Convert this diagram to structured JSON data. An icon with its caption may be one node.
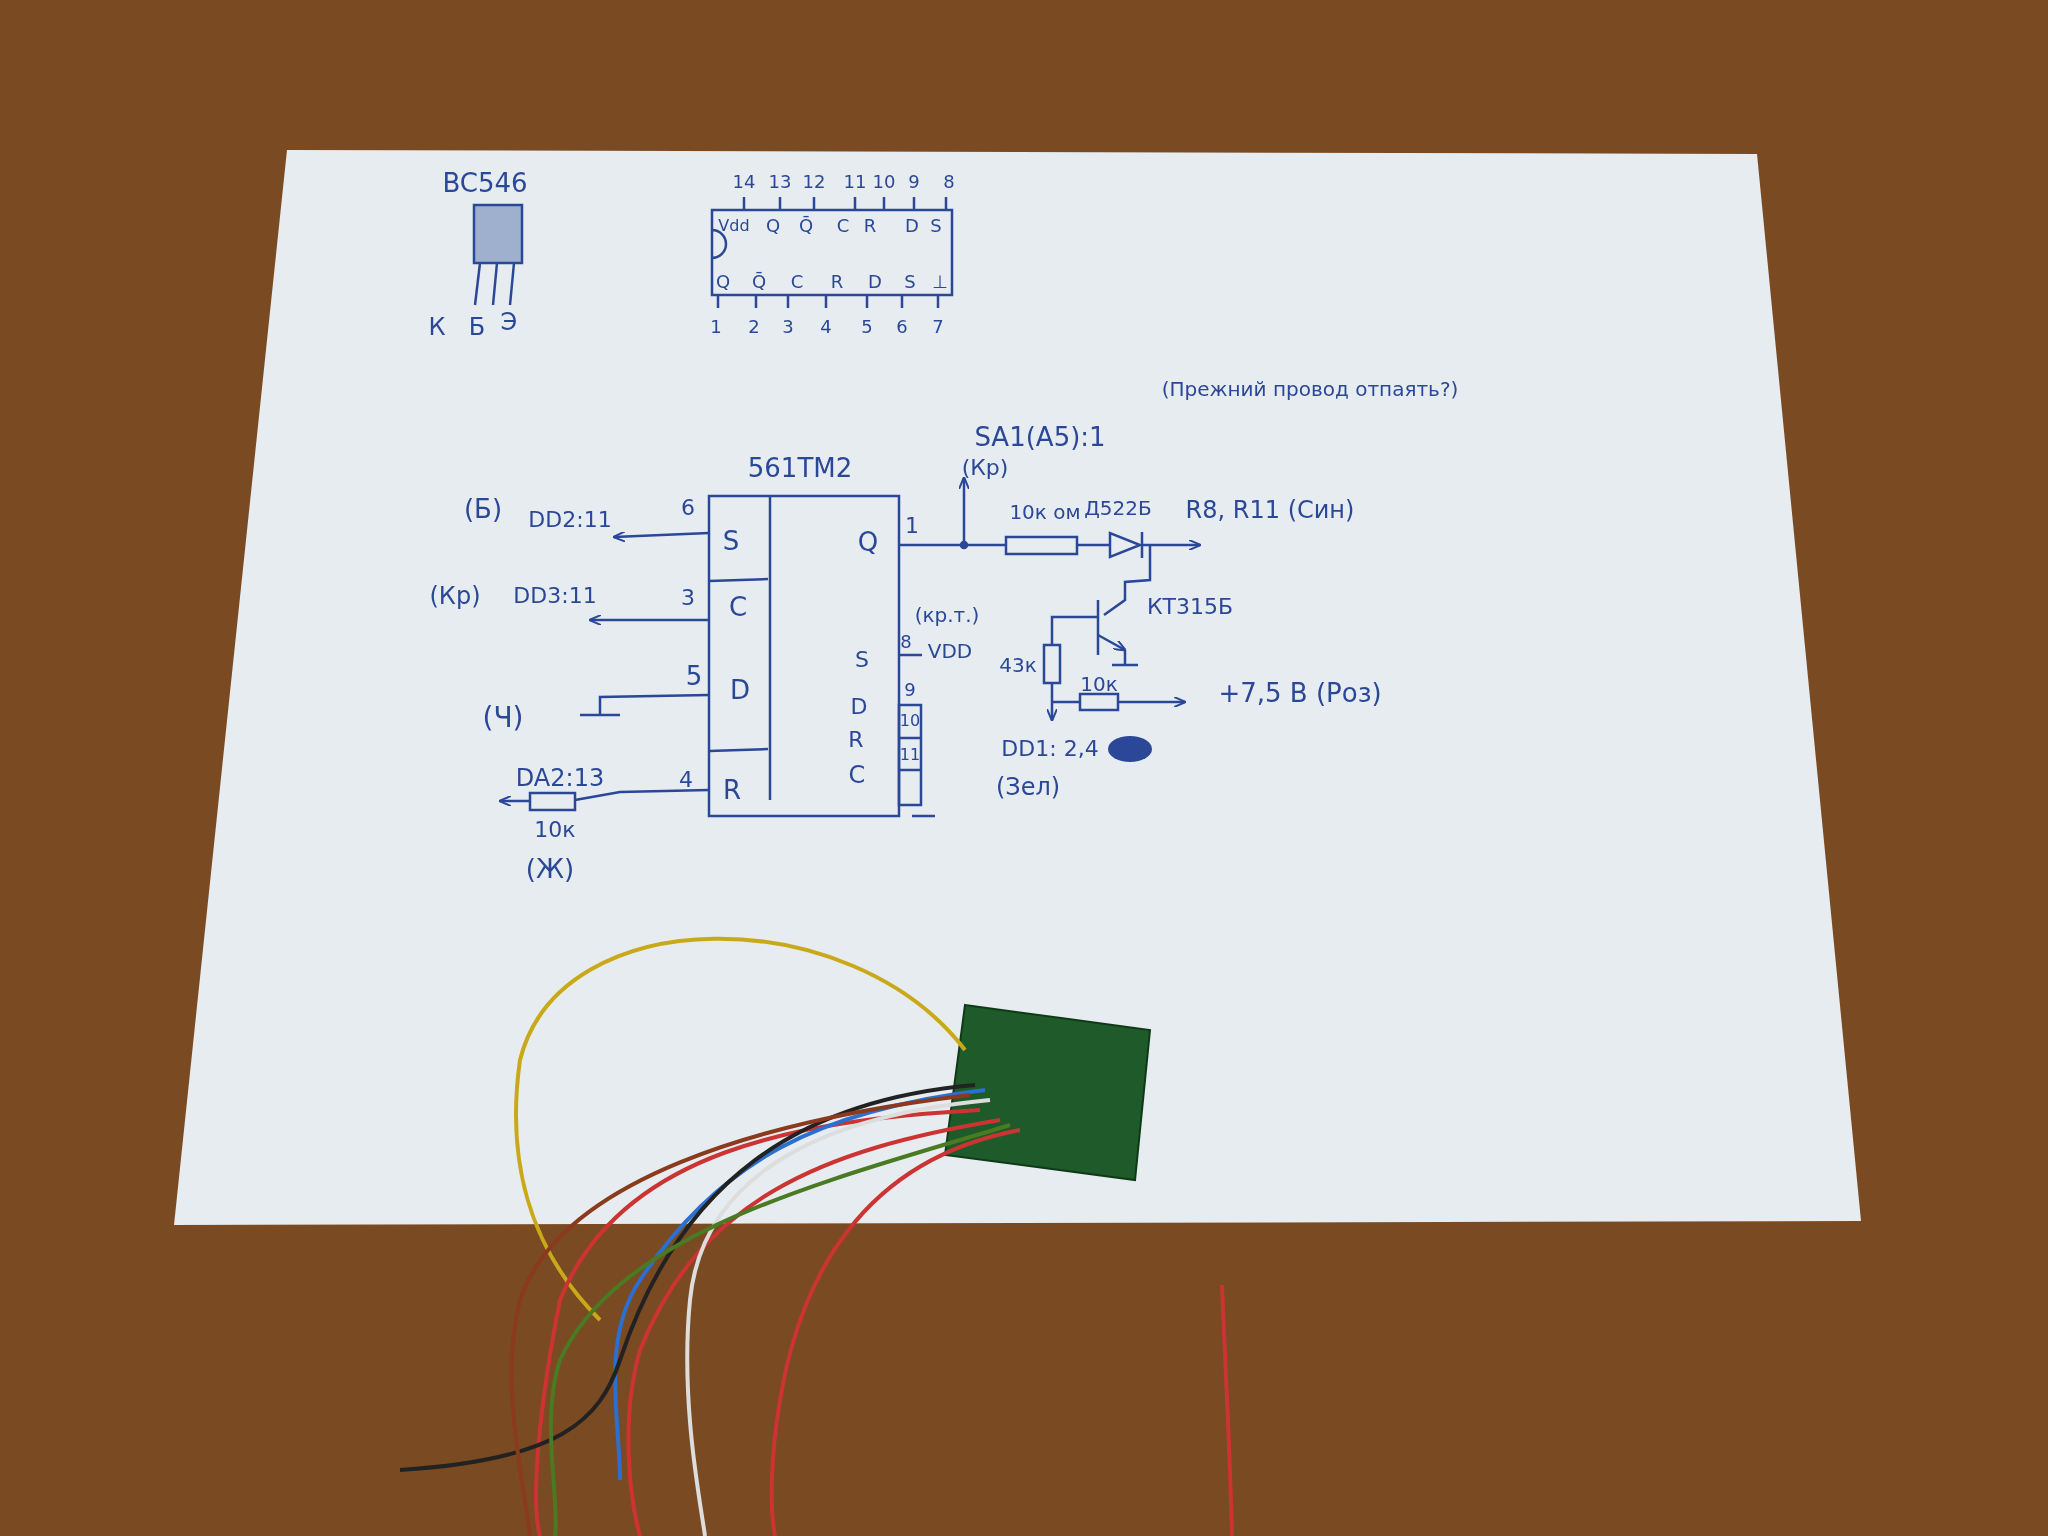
{
  "diagram": {
    "labels": [
      "BC546",
      "К",
      "Б",
      "Э",
      "14",
      "13",
      "12",
      "11",
      "10",
      "9",
      "8",
      "Vdd",
      "Q",
      "Q̄",
      "C",
      "R",
      "D",
      "S",
      "Q",
      "Q̄",
      "C",
      "R",
      "D",
      "S",
      "⊥",
      "1",
      "2",
      "3",
      "4",
      "5",
      "6",
      "7",
      "(Прежний провод отпаять?)",
      "SA1(A5):1",
      "561ТМ2",
      "(Кр)",
      "(Б)",
      "DD2:11",
      "6",
      "S",
      "Q",
      "1",
      "10к ом",
      "Д522Б",
      "R8, R11 (Син)",
      "(Кр)",
      "DD3:11",
      "3",
      "C",
      "КТ315Б",
      "(кр.т.)",
      "S",
      "8",
      "VDD",
      "43к",
      "10к",
      "5",
      "D",
      "(Ч)",
      "D",
      "9",
      "+7,5 В (Роз)",
      "10",
      "R",
      "DD1: 2,4",
      "DA2:13",
      "4",
      "R",
      "C",
      "11",
      "(Зел)",
      "10к",
      "(Ж)"
    ]
  }
}
